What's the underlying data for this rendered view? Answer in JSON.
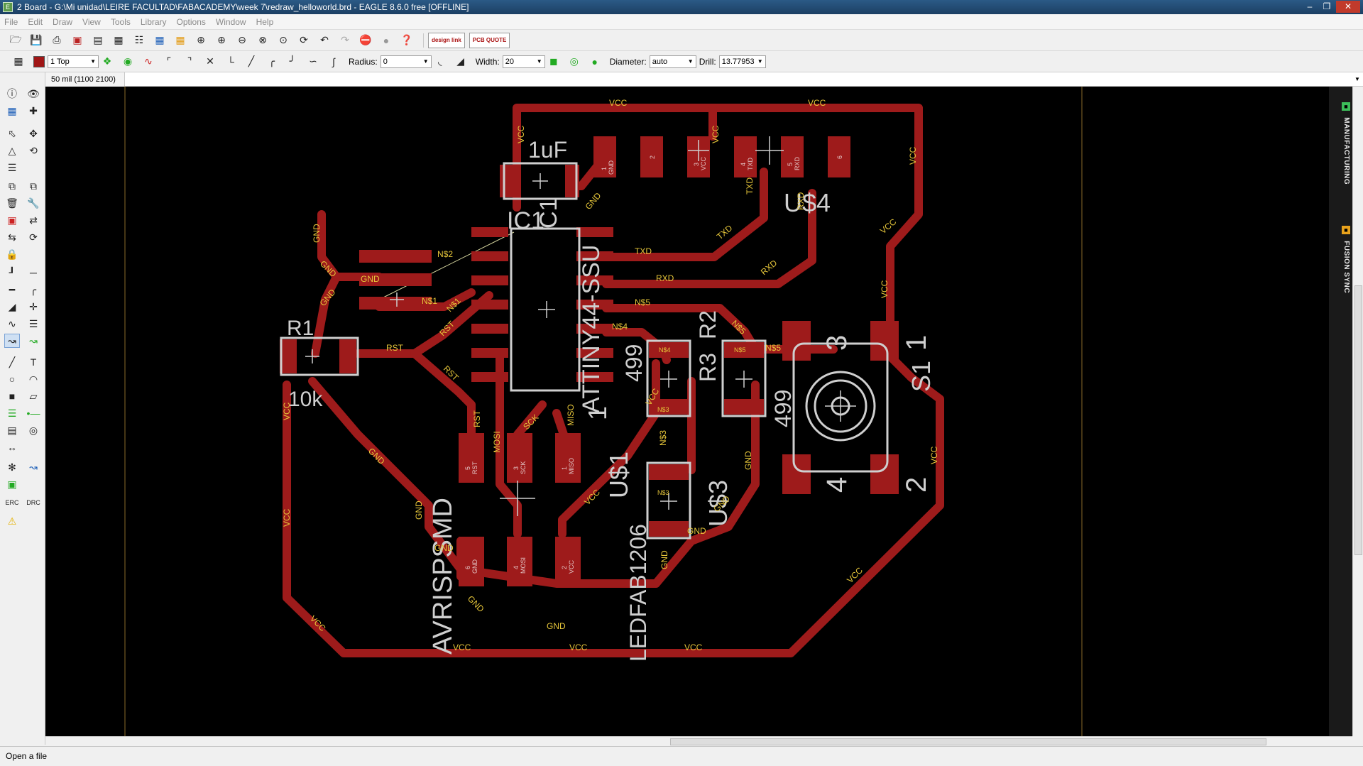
{
  "window": {
    "title": "2 Board - G:\\Mi unidad\\LEIRE FACULTAD\\FABACADEMY\\week 7\\redraw_helloworld.brd - EAGLE 8.6.0 free [OFFLINE]",
    "icon_text": "E"
  },
  "menu": [
    "File",
    "Edit",
    "Draw",
    "View",
    "Tools",
    "Library",
    "Options",
    "Window",
    "Help"
  ],
  "toolbar_main": {
    "brand1": "design link",
    "brand2": "PCB QUOTE"
  },
  "toolbar_params": {
    "layer": "1 Top",
    "radius_label": "Radius:",
    "radius_value": "0",
    "width_label": "Width:",
    "width_value": "20",
    "diameter_label": "Diameter:",
    "diameter_value": "auto",
    "drill_label": "Drill:",
    "drill_value": "13.77953",
    "layer_color": "#a01616"
  },
  "command_bar": {
    "coordinate": "50 mil (1100 2100)",
    "command": ""
  },
  "side_panels": {
    "manufacturing": "MANUFACTURING",
    "fusion_sync": "FUSION SYNC"
  },
  "status": {
    "message": "Open a file"
  },
  "board": {
    "trace_color": "#9e1b1b",
    "label_color": "#e6c63a",
    "silk_color": "#cfcfcf",
    "components": {
      "c1_value": "1uF",
      "c1_name": "C1",
      "ic1_name": "IC1",
      "ic1_part": "ATTINY44-SSU",
      "u4_name": "U$4",
      "r1_name": "R1",
      "r1_value": "10k",
      "r2_name": "R2",
      "r3_name": "R3",
      "r_value": "499",
      "s1_name": "S1",
      "u1_name": "U$1",
      "u1_one": "1",
      "u3_name": "U$3",
      "led_part": "LEDFAB1206",
      "avr_part": "AVRISPSMD",
      "sw_pins": [
        "3",
        "1",
        "4",
        "2"
      ]
    },
    "header_pins": [
      {
        "num": "1",
        "sig": "GND"
      },
      {
        "num": "2",
        "sig": ""
      },
      {
        "num": "3",
        "sig": "VCC"
      },
      {
        "num": "4",
        "sig": "TXD"
      },
      {
        "num": "5",
        "sig": "RXD"
      },
      {
        "num": "6",
        "sig": ""
      }
    ],
    "isp_pins": [
      {
        "num": "5",
        "sig": "RST"
      },
      {
        "num": "3",
        "sig": "SCK"
      },
      {
        "num": "1",
        "sig": "MISO"
      },
      {
        "num": "6",
        "sig": "GND"
      },
      {
        "num": "4",
        "sig": "MOSI"
      },
      {
        "num": "2",
        "sig": "VCC"
      }
    ],
    "nets": {
      "vcc": "VCC",
      "gnd": "GND",
      "txd": "TXD",
      "rxd": "RXD",
      "rst": "RST",
      "sck": "SCK",
      "miso": "MISO",
      "mosi": "MOSI",
      "n1": "N$1",
      "n2": "N$2",
      "n3": "N$3",
      "n4": "N$4",
      "n5": "N$5"
    }
  }
}
